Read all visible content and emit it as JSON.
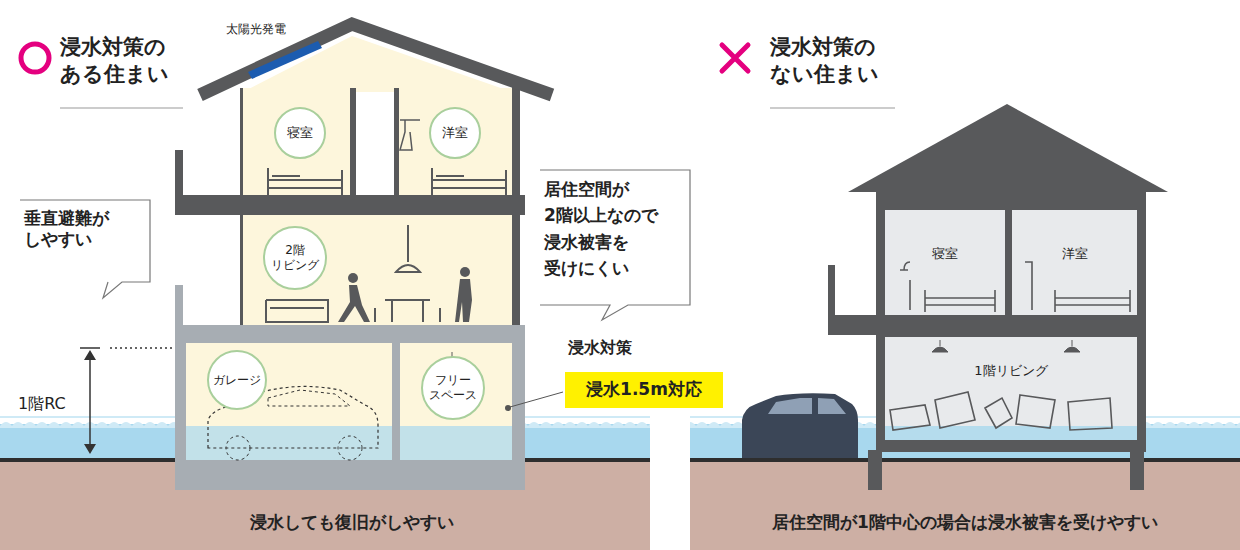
{
  "diagram": {
    "nodes": [
      {
        "text": [
          "寝室"
        ]
      },
      {
        "text": [
          "洋室"
        ]
      },
      {
        "text": [
          "2階 リビング"
        ]
      },
      {
        "text": [
          "ガレージ"
        ]
      },
      {
        "text": [
          "フリー スペース"
        ]
      },
      {
        "text": [
          "垂直避難が しやすい"
        ]
      },
      {
        "text": [
          "居住空間が 2階以上なので 浸水被害を 受けにくい"
        ]
      },
      {
        "text": [
          "浸水1.5m対応"
        ]
      },
      {
        "text": [
          "寝室"
        ]
      },
      {
        "text": [
          "洋室"
        ]
      },
      {
        "text": [
          "1階リビング"
        ]
      }
    ],
    "labels": [
      "浸水対策の ある住まい",
      "太陽光発電",
      "1階RC",
      "浸水対策",
      "浸水しても復旧がしやすい",
      "浸水対策の ない住まい",
      "居住空間が1階中心の場合は浸水被害を受けやすい"
    ]
  }
}
